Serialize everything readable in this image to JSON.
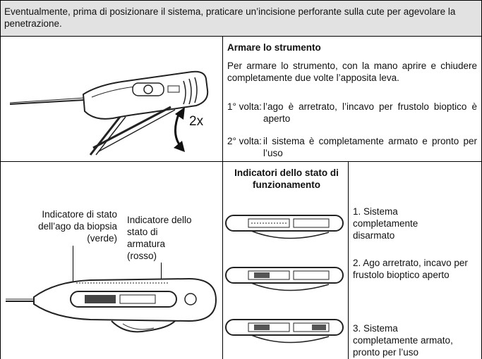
{
  "intro": {
    "text": "Eventualmente, prima di posizionare il sistema, praticare un’incisione perforante sulla cute per agevolare la penetrazione."
  },
  "arming": {
    "title": "Armare lo strumento",
    "paragraph": "Per armare lo strumento, con la mano aprire e chiudere completamente due volte l’apposita leva.",
    "steps": [
      {
        "marker": "1° volta:",
        "text": "l’ago è arretrato, l’incavo per frustolo bioptico è aperto"
      },
      {
        "marker": "2° volta:",
        "text": "il sistema è completamente armato e pronto per l’uso"
      }
    ],
    "figure_label": "2x"
  },
  "indicators": {
    "label_needle": "Indicatore di stato dell’ago da biopsia (verde)",
    "label_arming": "Indicatore dello stato di armatura (rosso)",
    "column_title": "Indicatori dello stato di funzionamento",
    "states": [
      "1. Sistema completamente disarmato",
      "2. Ago arretrato, incavo per frustolo bioptico aperto",
      "3. Sistema completamente armato, pronto per l’uso"
    ]
  }
}
